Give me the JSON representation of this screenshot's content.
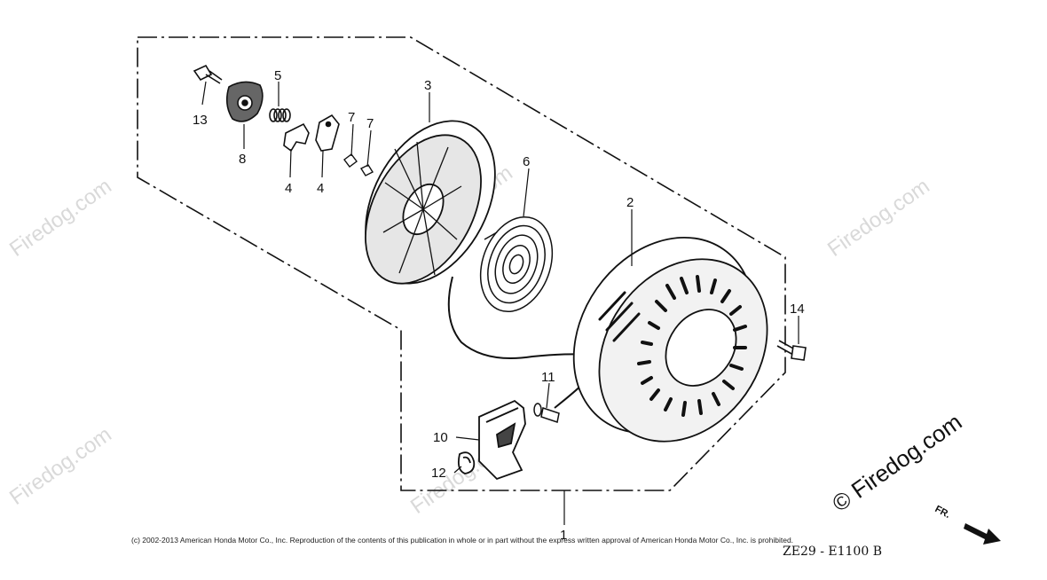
{
  "diagram": {
    "callouts": [
      "1",
      "2",
      "3",
      "4",
      "4",
      "5",
      "6",
      "7",
      "7",
      "8",
      "10",
      "11",
      "12",
      "13",
      "14"
    ],
    "watermark": "Firedog.com",
    "watermark_main": "© Firedog.com",
    "copyright": "(c) 2002-2013 American Honda Motor Co., Inc. Reproduction of the contents of this publication in whole or in part without the express written approval of American Honda Motor Co., Inc. is prohibited.",
    "drawing_code": "ZE29 - E1100 B",
    "direction_label": "FR."
  }
}
